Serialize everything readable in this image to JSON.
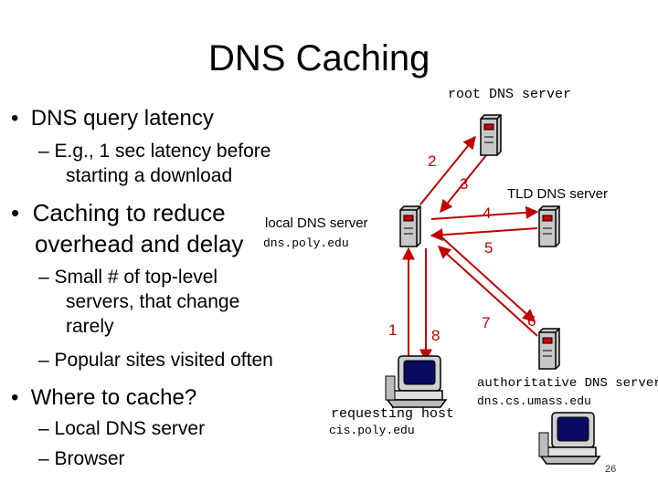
{
  "slide": {
    "title": "DNS Caching",
    "page_number": "26"
  },
  "bullets": {
    "b1": "DNS query latency",
    "b1_sub1_line1": "– E.g., 1 sec latency before",
    "b1_sub1_line2": "starting a download",
    "b2_line1": "Caching to reduce",
    "b2_line2": "overhead and delay",
    "b2_sub1_line1": "– Small # of top-level",
    "b2_sub1_line2": "servers, that change",
    "b2_sub1_line3": "rarely",
    "b2_sub2": "– Popular sites visited often",
    "b3": "Where to cache?",
    "b3_sub1": "– Local DNS server",
    "b3_sub2": "– Browser"
  },
  "diagram": {
    "root_label": "root DNS server",
    "tld_label": "TLD DNS server",
    "local_label": "local DNS server",
    "local_host": "dns.poly.edu",
    "requesting_label": "requesting host",
    "requesting_host": "cis.poly.edu",
    "auth_label": "authoritative DNS server",
    "auth_host": "dns.cs.umass.edu",
    "steps": [
      "1",
      "2",
      "3",
      "4",
      "5",
      "6",
      "7",
      "8"
    ],
    "arrow_color": "#c00000",
    "server_accent": "#cc0000"
  }
}
